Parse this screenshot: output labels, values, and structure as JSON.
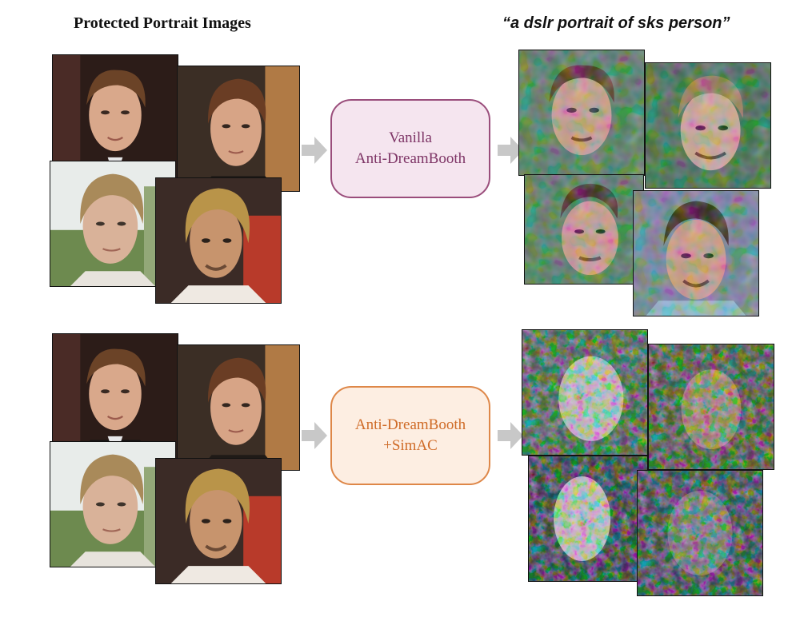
{
  "headers": {
    "left": "Protected Portrait Images",
    "right": "“a dslr portrait of sks person”"
  },
  "methods": {
    "vanilla": {
      "line1": "Vanilla",
      "line2": "Anti-DreamBooth"
    },
    "simac": {
      "line1": "Anti-DreamBooth",
      "line2": "+SimAC"
    }
  },
  "colors": {
    "vanilla_fill": "#f5e5ef",
    "vanilla_border": "#9a4d7b",
    "vanilla_text": "#7e3566",
    "simac_fill": "#fdeee2",
    "simac_border": "#de8748",
    "simac_text": "#cf6b27",
    "arrow": "#c8c8c8"
  }
}
